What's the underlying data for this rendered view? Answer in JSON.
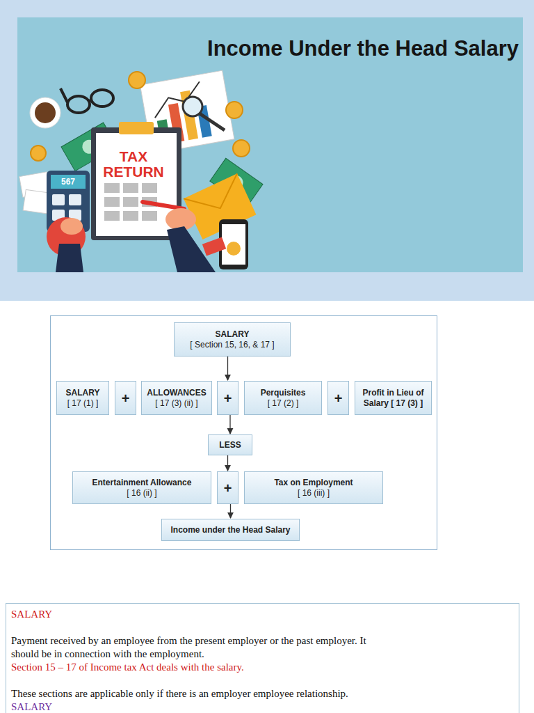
{
  "diagram": {
    "title": "Income Under the Head Salary",
    "nodes": [
      {
        "text": [
          "SALARY",
          "[ Section 15, 16, & 17 ]"
        ]
      },
      {
        "text": [
          "SALARY",
          "[ 17 (1) ]"
        ]
      },
      {
        "text": [
          "+"
        ]
      },
      {
        "text": [
          "ALLOWANCES",
          "[ 17 (3) (ii) ]"
        ]
      },
      {
        "text": [
          "+"
        ]
      },
      {
        "text": [
          "Perquisites",
          "[ 17 (2) ]"
        ]
      },
      {
        "text": [
          "+"
        ]
      },
      {
        "text": [
          "Profit in Lieu of Salary [ 17 (3) ]"
        ]
      },
      {
        "text": [
          "LESS"
        ]
      },
      {
        "text": [
          "Entertainment Allowance",
          "[ 16 (ii) ]"
        ]
      },
      {
        "text": [
          "+"
        ]
      },
      {
        "text": [
          "Tax on Employment",
          "[ 16 (iii) ]"
        ]
      },
      {
        "text": [
          "Income under the Head Salary"
        ]
      },
      {
        "text": [
          "SALARY",
          "Payment received by an employee from the present employer or the past employer. It should be in connection with the employment.",
          "Section 15 – 17 of Income tax Act deals with the salary.",
          "These sections are applicable only if there is an employer employee relationship.",
          "SALARY"
        ]
      }
    ],
    "edges": [
      {
        "from": 0,
        "to": 4,
        "arrow": "to"
      },
      {
        "from": 4,
        "to": 8,
        "arrow": "to"
      },
      {
        "from": 8,
        "to": 10,
        "arrow": "to"
      },
      {
        "from": 10,
        "to": 12,
        "arrow": "to"
      }
    ],
    "labels": [
      "TAX RETURN",
      "567"
    ]
  }
}
